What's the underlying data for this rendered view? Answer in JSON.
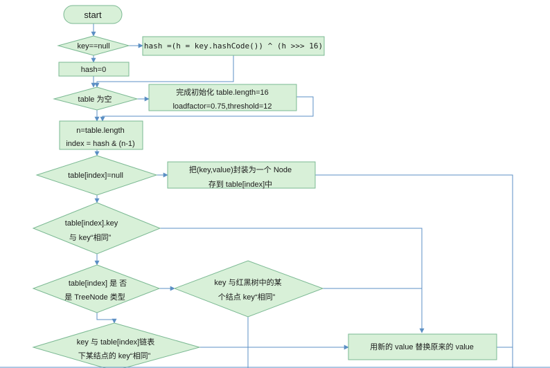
{
  "nodes": {
    "start": "start",
    "key_null": "key==null",
    "hash_formula": "hash =(h = key.hashCode()) ^ (h >>> 16)",
    "hash_zero": "hash=0",
    "table_empty": "table 为空",
    "init_line1": "完成初始化 table.length=16",
    "init_line2": "loadfactor=0.75,threshold=12",
    "n_line1": "n=table.length",
    "n_line2": "index = hash & (n-1)",
    "table_index_null": "table[index]=null",
    "wrap_line1": "把(key,value)封装为一个 Node",
    "wrap_line2": "存到 table[index]中",
    "key_same_line1": "table[index].key",
    "key_same_line2": "与 key“相同”",
    "is_treenode_line1": "table[index] 是 否",
    "is_treenode_line2": "是 TreeNode 类型",
    "rbtree_line1": "key 与红黑树中的某",
    "rbtree_line2": "个结点 key“相同”",
    "replace_value": "用新的 value 替换原来的 value",
    "list_line1": "key 与  table[index]链表",
    "list_line2": "下某结点的 key“相同”"
  },
  "colors": {
    "fill": "#d8f0d8",
    "stroke": "#7ab892",
    "arrow": "#5b8fc4"
  }
}
